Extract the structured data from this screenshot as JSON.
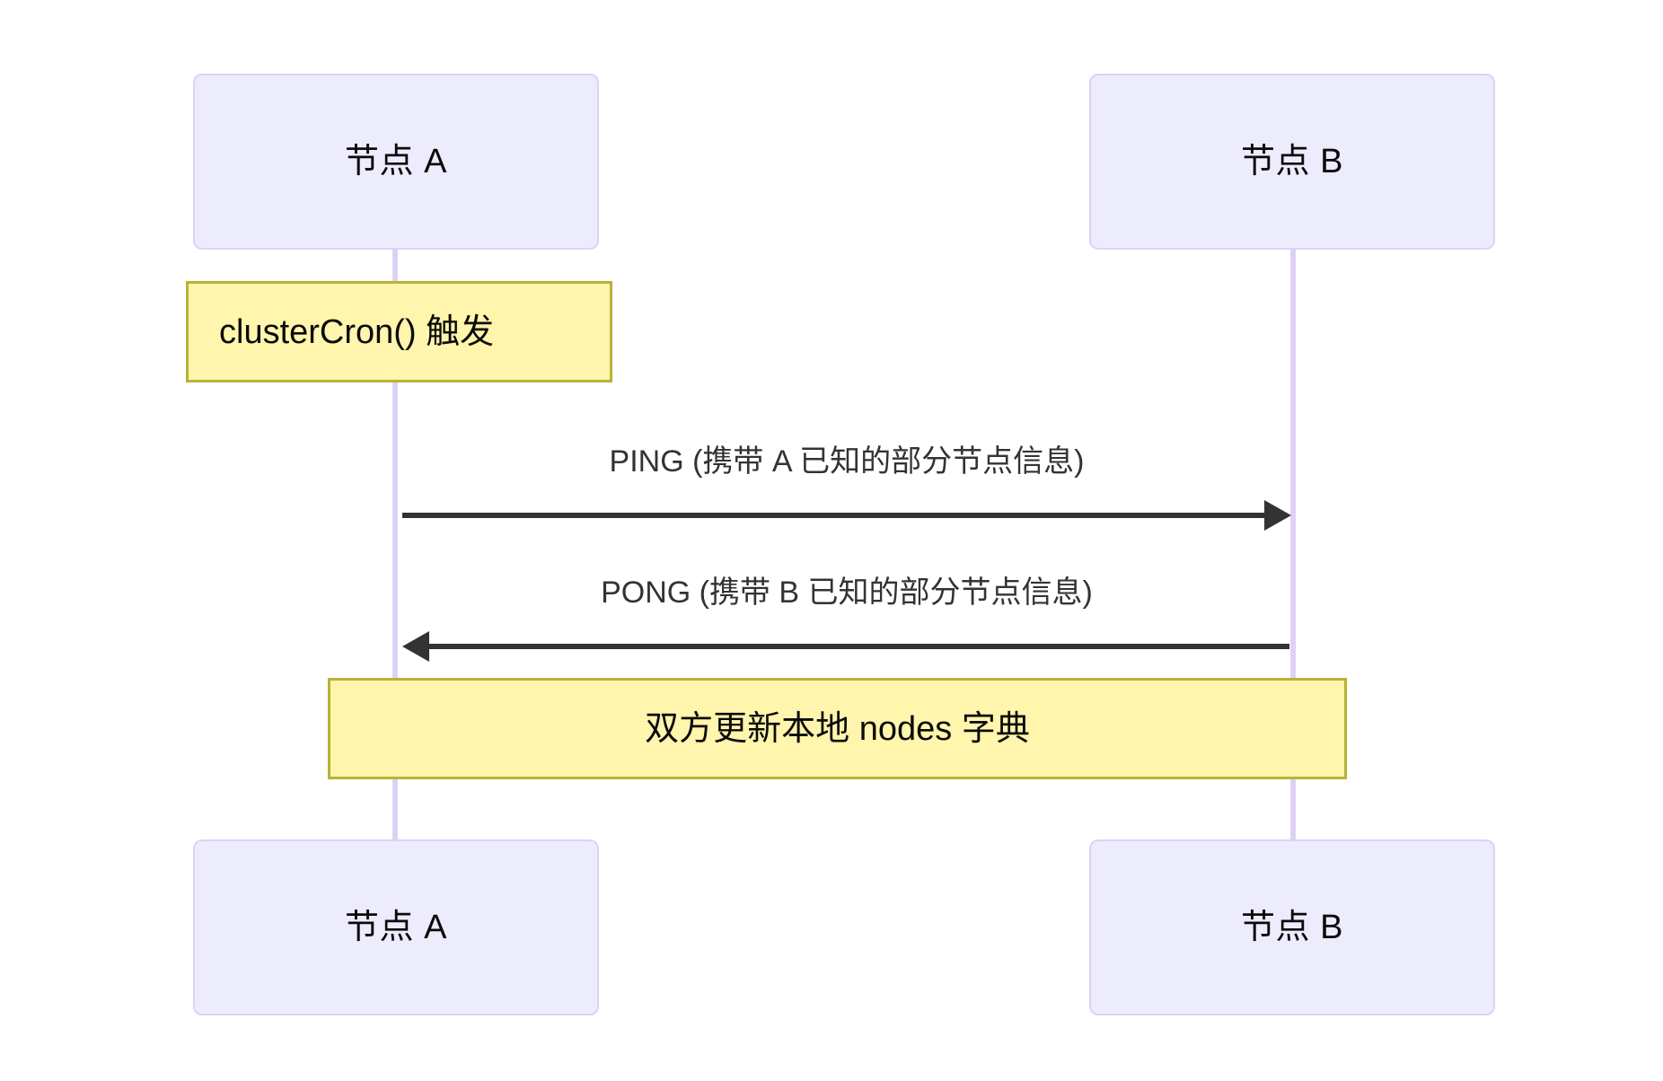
{
  "diagram": {
    "kind": "sequence-diagram",
    "background_color": "#ffffff",
    "participant_fill": "#ececfd",
    "participant_border": "#ddd2f5",
    "lifeline_color": "#ddd2f5",
    "note_fill": "#fff5ad",
    "note_border": "#b8b335",
    "message_color": "#333333"
  },
  "participants": {
    "a_top": "节点 A",
    "b_top": "节点 B",
    "a_bottom": "节点 A",
    "b_bottom": "节点 B"
  },
  "notes": {
    "cron": "clusterCron() 触发",
    "update": "双方更新本地 nodes 字典"
  },
  "messages": {
    "ping": "PING (携带 A 已知的部分节点信息)",
    "pong": "PONG (携带 B 已知的部分节点信息)"
  }
}
